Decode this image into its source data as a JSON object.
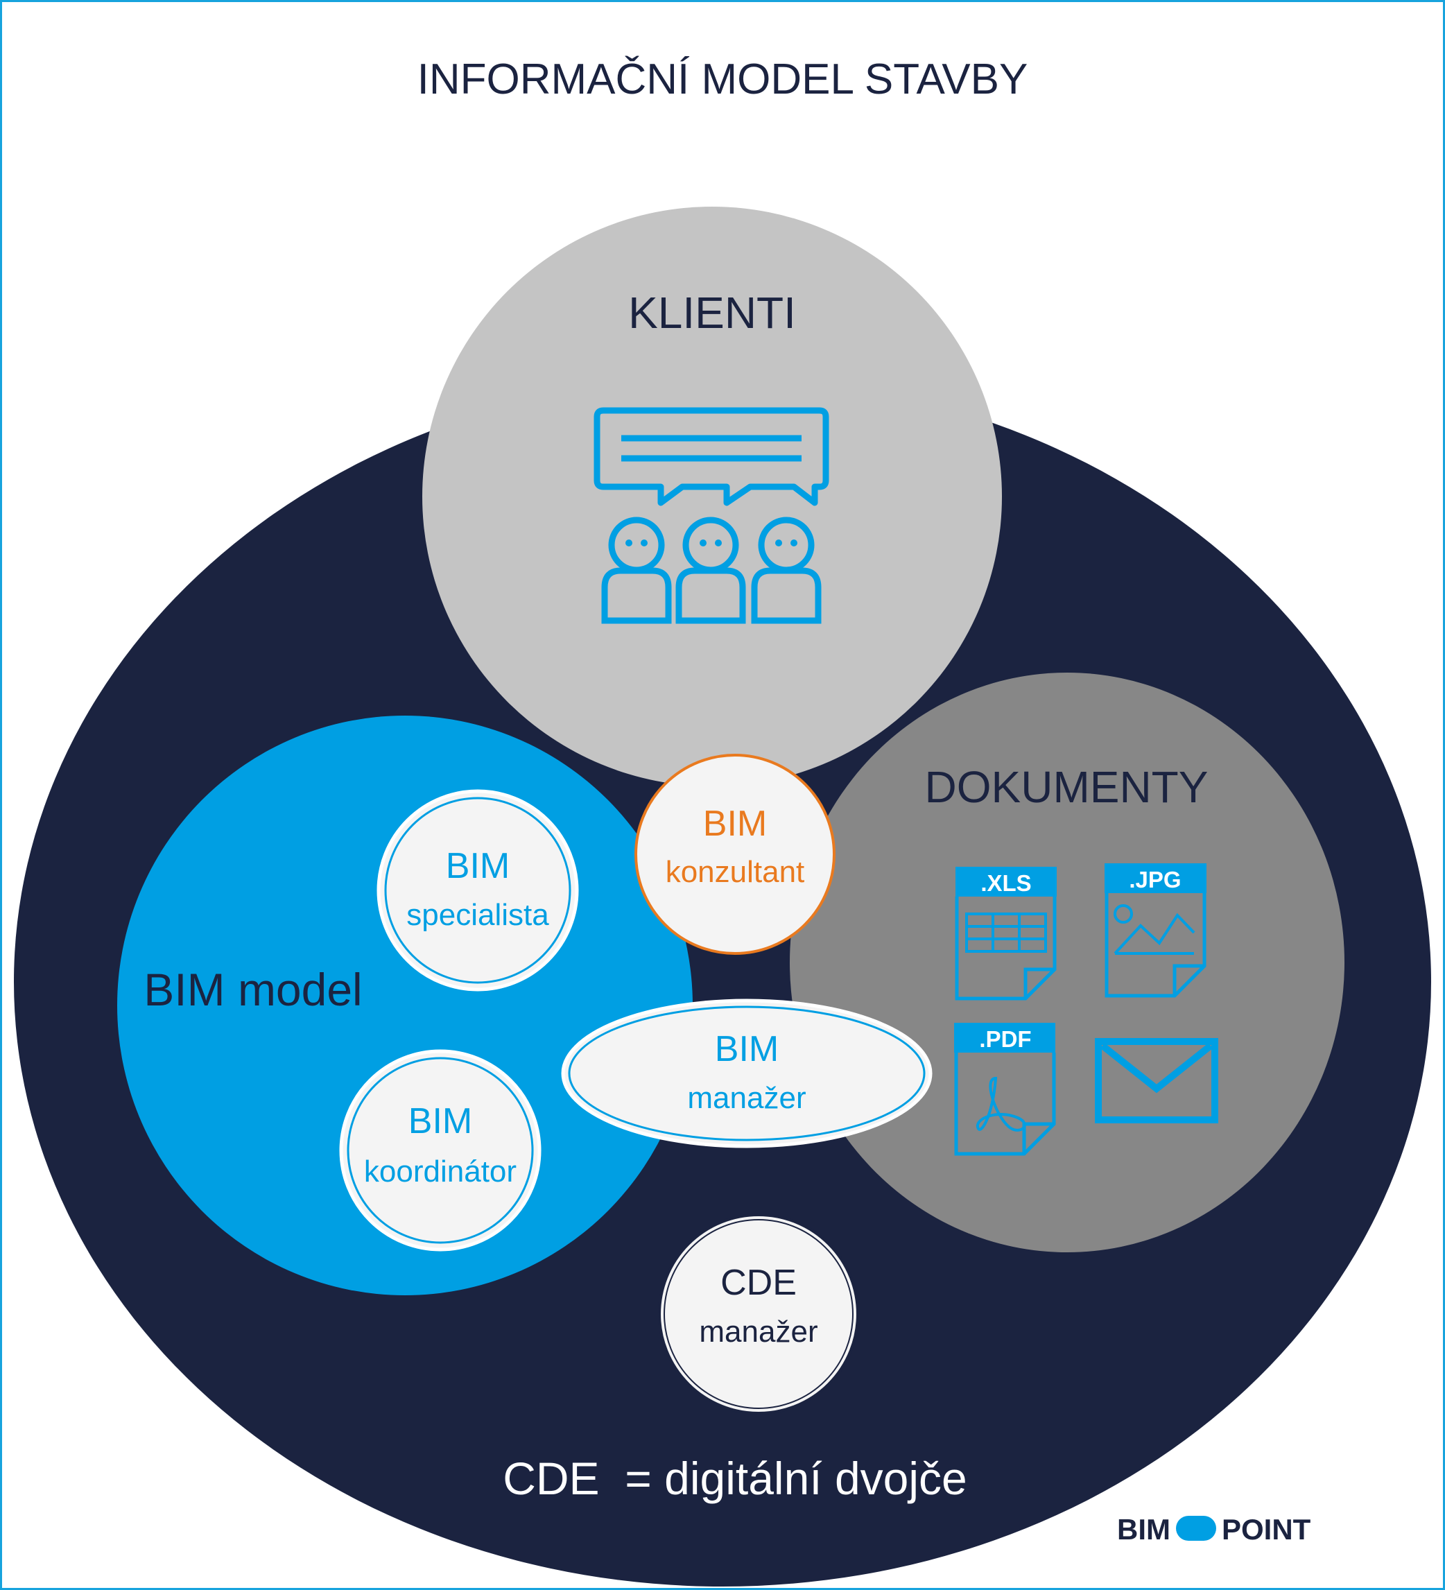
{
  "title": "INFORMAČNÍ MODEL STAVBY",
  "circles": {
    "klienti": {
      "label": "KLIENTI"
    },
    "dokumenty": {
      "label": "DOKUMENTY"
    },
    "bim_model": {
      "label": "BIM model"
    }
  },
  "roles": {
    "specialista": {
      "line1": "BIM",
      "line2": "specialista"
    },
    "koordinator": {
      "line1": "BIM",
      "line2": "koordinátor"
    },
    "konzultant": {
      "line1": "BIM",
      "line2": "konzultant"
    },
    "manazer": {
      "line1": "BIM",
      "line2": "manažer"
    },
    "cde_manazer": {
      "line1": "CDE",
      "line2": "manažer"
    }
  },
  "file_icons": {
    "xls": ".XLS",
    "jpg": ".JPG",
    "pdf": ".PDF"
  },
  "footer": "CDE  = digitální dvojče",
  "logo": {
    "left": "BIM",
    "right": "POINT"
  },
  "colors": {
    "navy": "#1b2340",
    "blue": "#009fe3",
    "light_gray": "#c4c4c4",
    "dark_gray": "#878787",
    "orange": "#e97a1f",
    "bubble": "#f4f4f4"
  },
  "icons": [
    "chat-bubble-icon",
    "people-icon",
    "xls-file-icon",
    "jpg-file-icon",
    "pdf-file-icon",
    "envelope-icon"
  ]
}
